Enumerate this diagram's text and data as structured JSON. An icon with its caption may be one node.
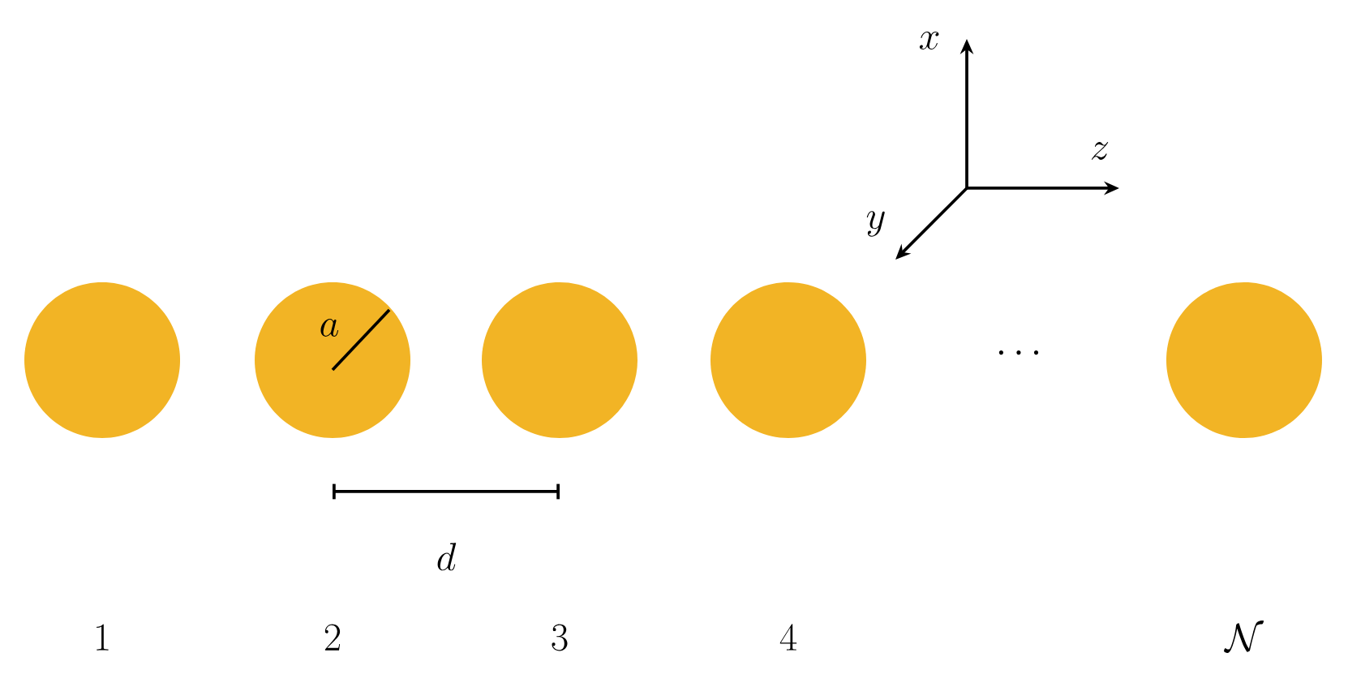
{
  "diagram": {
    "nodes": [
      {
        "text": [],
        "shape": "circle"
      },
      {
        "text": [],
        "shape": "circle"
      },
      {
        "text": [],
        "shape": "circle"
      },
      {
        "text": [],
        "shape": "circle"
      },
      {
        "text": [],
        "shape": "circle"
      }
    ],
    "labels": [
      "x",
      "z",
      "y",
      "a",
      "\\cdots",
      "d",
      "1",
      "2",
      "3",
      "4",
      "\\mathcal{N}"
    ]
  }
}
